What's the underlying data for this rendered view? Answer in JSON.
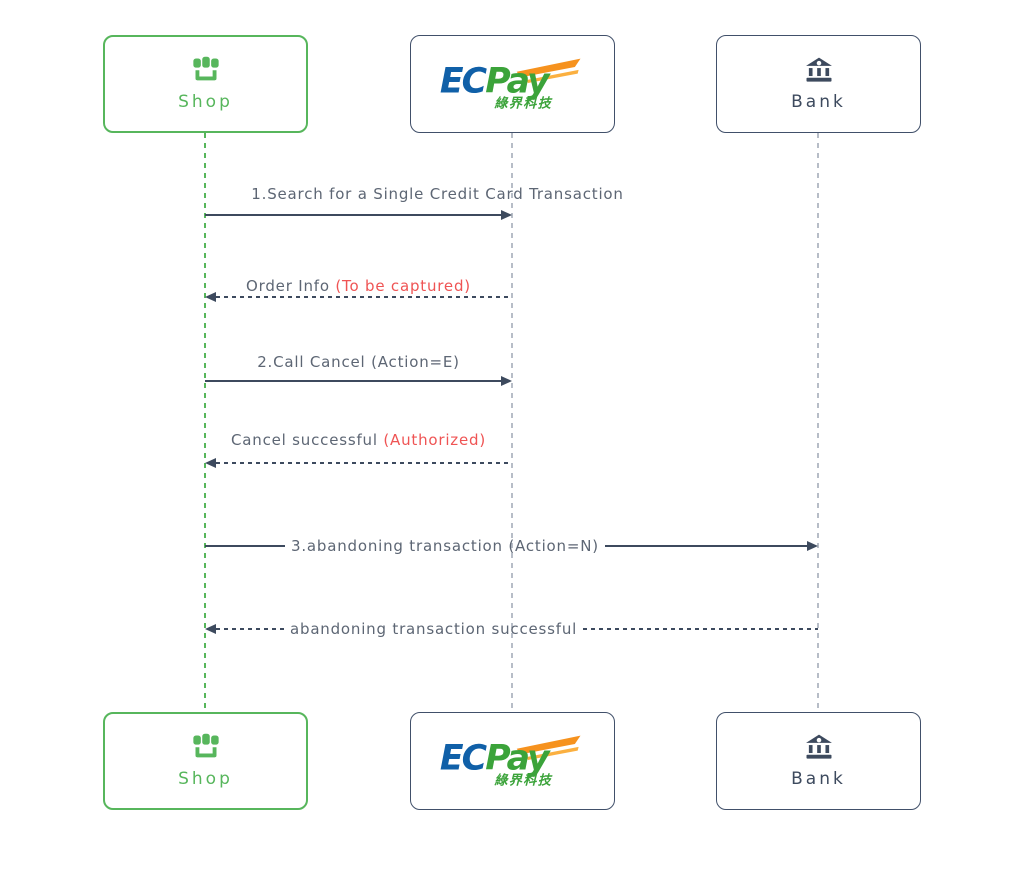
{
  "diagram": {
    "type": "sequence-diagram",
    "actors": [
      {
        "id": "shop",
        "label": "Shop",
        "icon": "storefront-icon",
        "accent_color": "#57b65c"
      },
      {
        "id": "ecpay",
        "icon": "ecpay-logo",
        "logo": {
          "ec": "EC",
          "pay": "Pay",
          "subtext": "綠界科技"
        },
        "logo_colors": {
          "ec": "#1060a8",
          "pay": "#3ba33a",
          "swoosh": "#f6921e"
        }
      },
      {
        "id": "bank",
        "label": "Bank",
        "icon": "bank-icon",
        "accent_color": "#3d4a5e"
      }
    ],
    "messages": [
      {
        "from": "shop",
        "to": "ecpay",
        "style": "solid",
        "text": "1.Search for a Single Credit Card Transaction",
        "annotation": ""
      },
      {
        "from": "ecpay",
        "to": "shop",
        "style": "dashed",
        "text": "Order Info ",
        "annotation": "(To be captured)"
      },
      {
        "from": "shop",
        "to": "ecpay",
        "style": "solid",
        "text": "2.Call Cancel (Action=E)",
        "annotation": ""
      },
      {
        "from": "ecpay",
        "to": "shop",
        "style": "dashed",
        "text": "Cancel successful ",
        "annotation": " (Authorized)"
      },
      {
        "from": "shop",
        "to": "bank",
        "style": "solid",
        "text": "3.abandoning transaction (Action=N)",
        "annotation": ""
      },
      {
        "from": "bank",
        "to": "shop",
        "style": "dashed",
        "text": "abandoning transaction successful",
        "annotation": ""
      }
    ],
    "colors": {
      "background": "#ffffff",
      "shop_green": "#57b65c",
      "navy": "#3d4a5e",
      "message_text": "#5d6674",
      "annotation_red": "#ef5454",
      "lifeline_gray": "#b7bdc7"
    }
  }
}
